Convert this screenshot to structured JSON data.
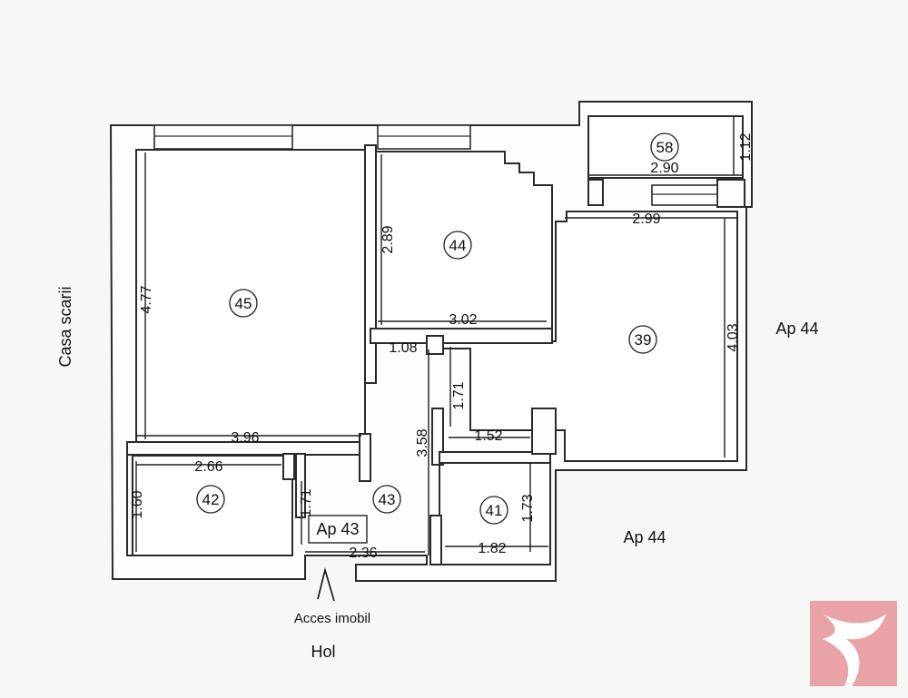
{
  "rooms": [
    {
      "id": "r58",
      "label": "58"
    },
    {
      "id": "r44",
      "label": "44"
    },
    {
      "id": "r45",
      "label": "45"
    },
    {
      "id": "r39",
      "label": "39"
    },
    {
      "id": "r42",
      "label": "42"
    },
    {
      "id": "r43",
      "label": "43"
    },
    {
      "id": "r41",
      "label": "41"
    }
  ],
  "dimensions": {
    "d_112": "1.12",
    "d_290": "2.90",
    "d_299": "2.99",
    "d_289": "2.89",
    "d_477": "4.77",
    "d_302": "3.02",
    "d_403": "4.03",
    "d_108": "1.08",
    "d_171a": "1.71",
    "d_396": "3.96",
    "d_358": "3.58",
    "d_152": "1.52",
    "d_266": "2.66",
    "d_160": "1.60",
    "d_171b": "1.71",
    "d_173": "1.73",
    "d_236": "2.36",
    "d_182": "1.82"
  },
  "labels": {
    "casa_scarii": "Casa scarii",
    "ap44_right": "Ap 44",
    "ap44_bottom": "Ap 44",
    "ap43": "Ap 43",
    "acces": "Acces imobil",
    "hol": "Hol"
  },
  "colors": {
    "logo": "#e9a3a6",
    "wall": "#2a2a2a"
  }
}
